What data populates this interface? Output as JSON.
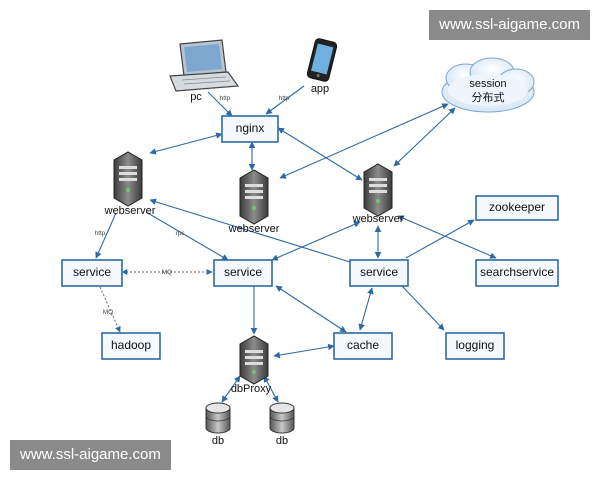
{
  "watermarks": {
    "top": "www.ssl-aigame.com",
    "bottom": "www.ssl-aigame.com"
  },
  "nodes": {
    "pc": "pc",
    "app": "app",
    "session_line1": "session",
    "session_line2": "分布式",
    "nginx": "nginx",
    "webserver_left": "webserver",
    "webserver_mid": "webserver",
    "webserver_right": "webserver",
    "zookeeper": "zookeeper",
    "service_left": "service",
    "service_mid": "service",
    "service_right": "service",
    "searchservice": "searchservice",
    "hadoop": "hadoop",
    "dbproxy": "dbProxy",
    "cache": "cache",
    "logging": "logging",
    "db_left": "db",
    "db_right": "db"
  },
  "edge_labels": {
    "pc_nginx": "http",
    "app_nginx": "http",
    "web_service_http": "http",
    "web_service_rpc": "rpc",
    "service_service_mq": "MQ",
    "service_hadoop_mq": "MQ"
  },
  "colors": {
    "accent": "#2f6aa5",
    "watermark_bg": "#8a8a8a"
  }
}
